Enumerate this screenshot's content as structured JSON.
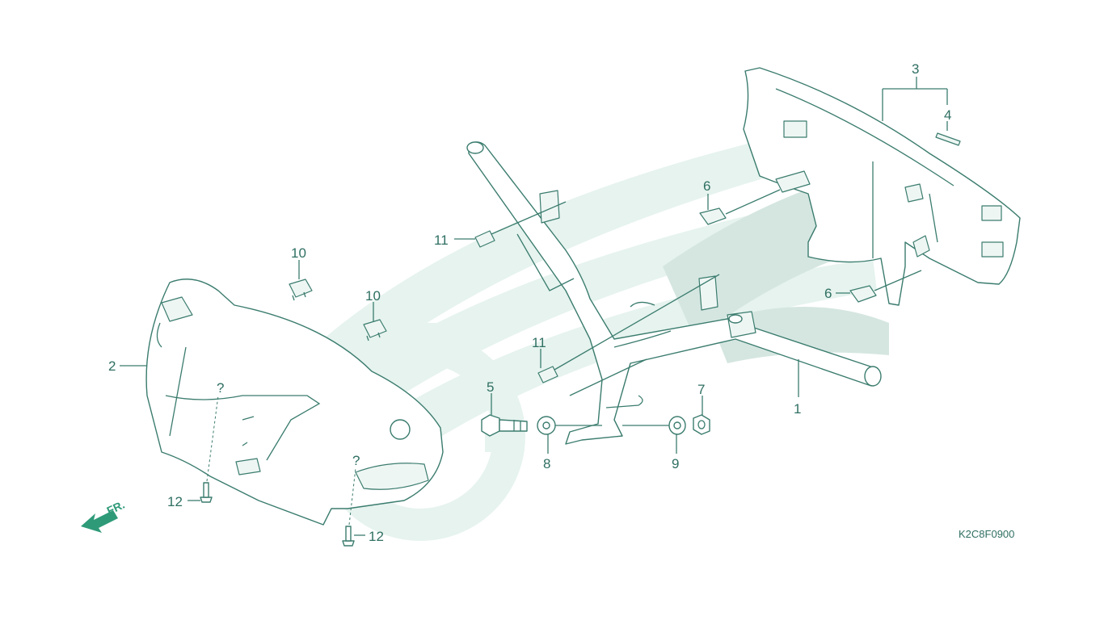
{
  "diagram_code": "K2C8F0900",
  "front_indicator": "FR.",
  "colors": {
    "line": "#3b7c6e",
    "text": "#2f6f62",
    "watermark": "#e3f2ec",
    "arrow": "#2e9a78"
  },
  "callouts": {
    "handle_pipe": "1",
    "front_cover": "2",
    "rear_cover": "3",
    "cover_label": "4",
    "bolt": "5",
    "clip_right_top": "6",
    "clip_right_bottom": "6",
    "nut": "7",
    "washer_left": "8",
    "washer_right": "9",
    "clip_upper": "10",
    "clip_lower": "10",
    "screw_upper": "11",
    "screw_lower": "11",
    "tapping_screw_left": "12",
    "tapping_screw_right": "12"
  }
}
